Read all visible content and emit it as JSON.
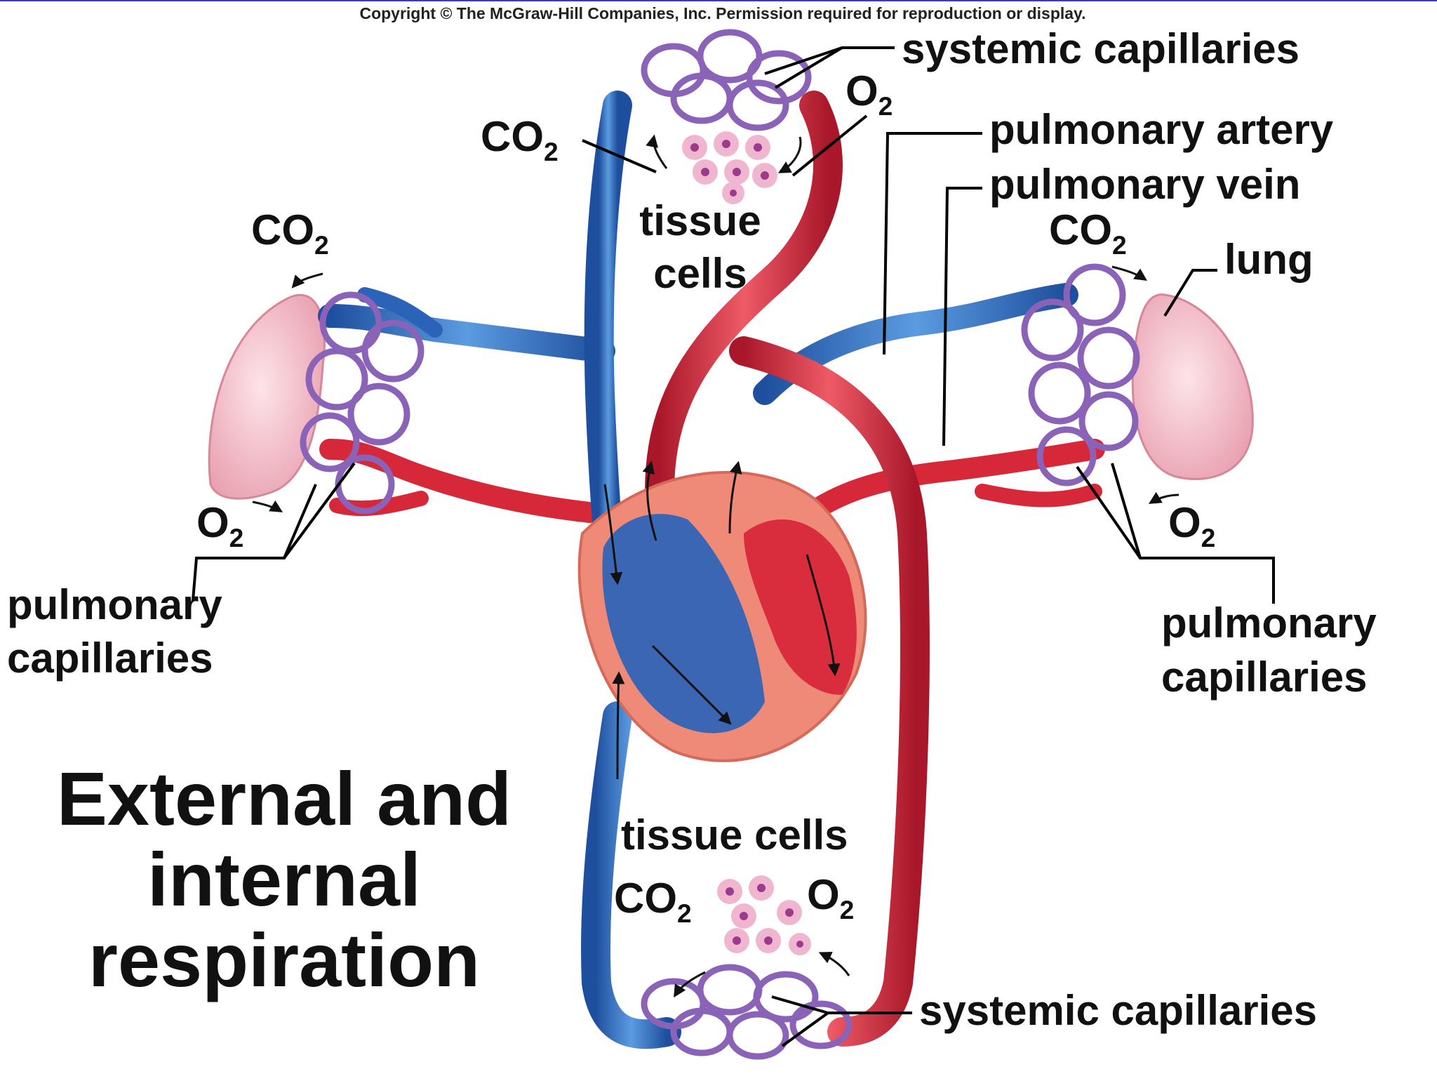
{
  "copyright": "Copyright © The McGraw-Hill Companies, Inc. Permission required for reproduction or display.",
  "title": {
    "line1": "External and",
    "line2": "internal",
    "line3": "respiration"
  },
  "labels": {
    "systemic_capillaries_top": "systemic capillaries",
    "systemic_capillaries_bottom": "systemic capillaries",
    "pulmonary_artery": "pulmonary artery",
    "pulmonary_vein": "pulmonary vein",
    "lung": "lung",
    "tissue_top_1": "tissue",
    "tissue_top_2": "cells",
    "tissue_bottom": "tissue cells",
    "pulm_cap_left_1": "pulmonary",
    "pulm_cap_left_2": "capillaries",
    "pulm_cap_right_1": "pulmonary",
    "pulm_cap_right_2": "capillaries"
  },
  "gases": {
    "co2_base": "CO",
    "co2_sub": "2",
    "o2_base": "O",
    "o2_sub": "2"
  },
  "colors": {
    "oxygenated": "#d7283a",
    "deoxygenated": "#2a63b8",
    "capillary": "#8a63b8",
    "lung": "#f2b8c2",
    "heart_wall": "#f08a78",
    "tissue_cell": "#f1b6cf",
    "tissue_nucleus": "#9b3b8e"
  }
}
